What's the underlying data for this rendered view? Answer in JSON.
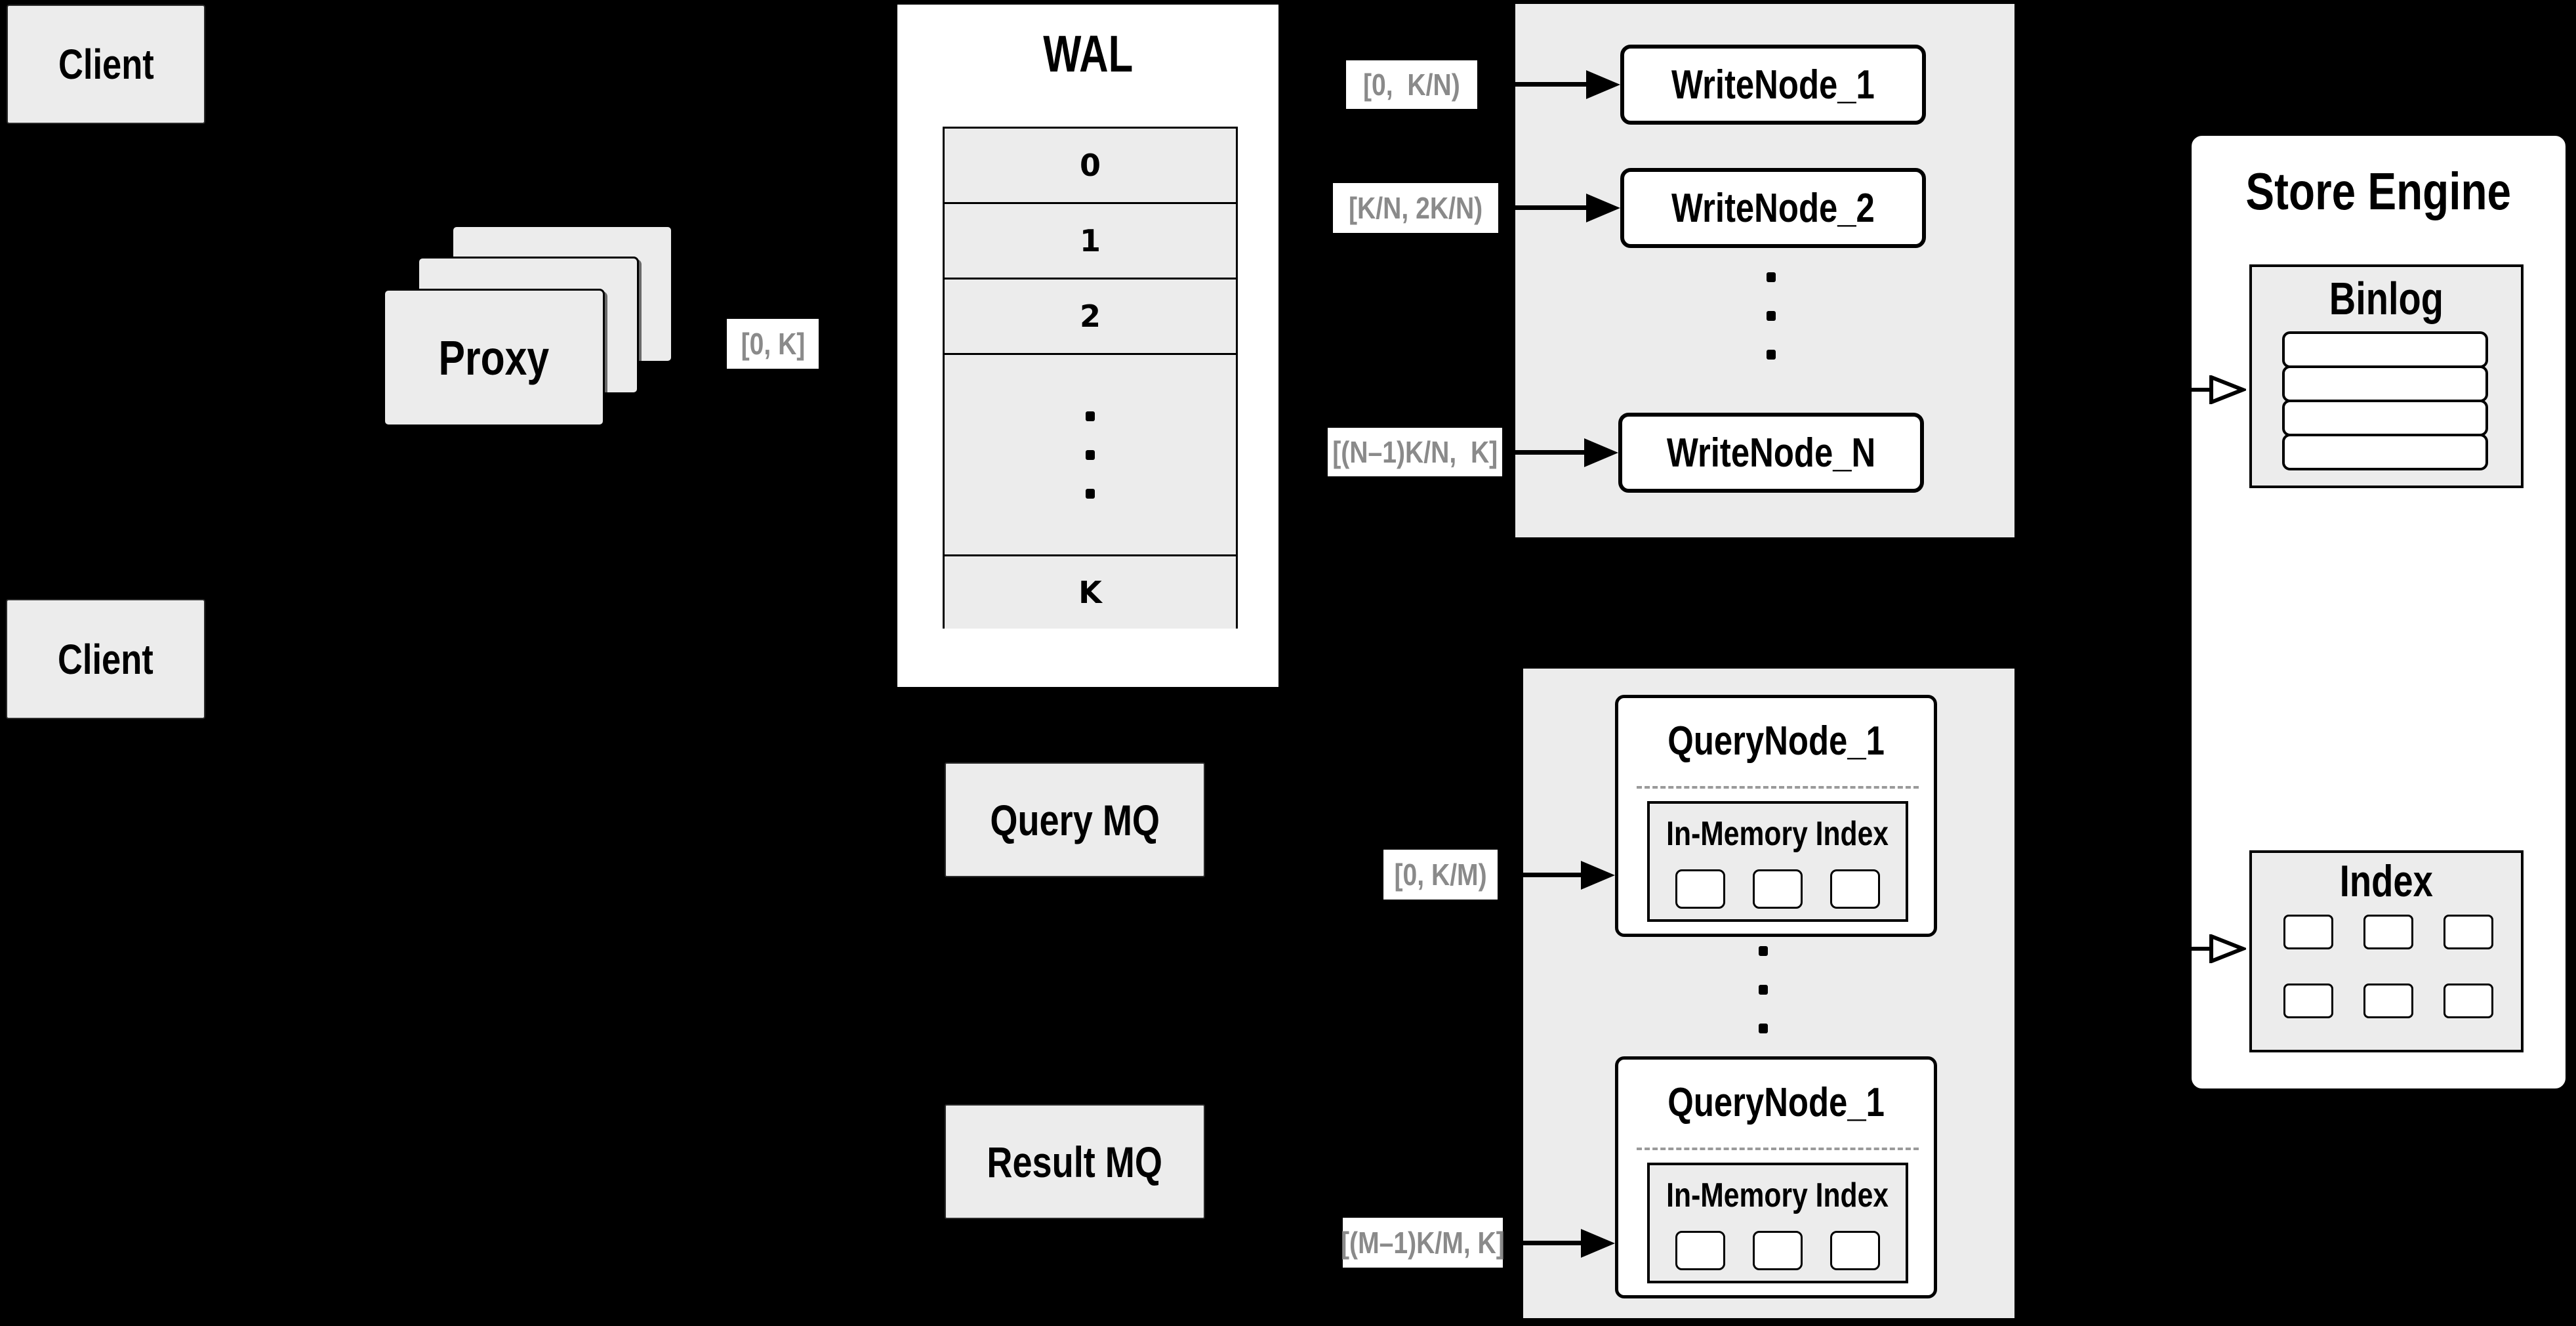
{
  "colors": {
    "background": "#000000",
    "panel_fill": "#ececec",
    "node_fill": "#ffffff",
    "border": "#000000",
    "range_label_text": "#8a8a8a",
    "range_label_bg": "#ffffff",
    "dashed_separator": "#9a9a9a"
  },
  "clients": {
    "top_label": "Client",
    "bottom_label": "Client"
  },
  "proxy": {
    "label": "Proxy",
    "stack_count": 3,
    "range_label": "[0, K]"
  },
  "wal": {
    "title": "WAL",
    "segments": [
      "0",
      "1",
      "2"
    ],
    "last_segment": "K"
  },
  "write_cluster": {
    "nodes": [
      "WriteNode_1",
      "WriteNode_2",
      "WriteNode_N"
    ],
    "range_labels": [
      "[0,  K/N)",
      "[K/N, 2K/N)",
      "[(N–1)K/N,  K]"
    ]
  },
  "store_engine": {
    "title": "Store Engine",
    "binlog": {
      "title": "Binlog",
      "slot_count": 4
    },
    "index": {
      "title": "Index",
      "cell_count": 6
    }
  },
  "message_queues": {
    "query": "Query MQ",
    "result": "Result MQ"
  },
  "query_cluster": {
    "nodes": [
      {
        "title": "QueryNode_1",
        "memory_index_title": "In-Memory Index",
        "segment_count": 3
      },
      {
        "title": "QueryNode_1",
        "memory_index_title": "In-Memory Index",
        "segment_count": 3
      }
    ],
    "range_labels": [
      "[0, K/M)",
      "[(M–1)K/M, K]"
    ]
  },
  "ellipsis": {
    "count": 3
  }
}
